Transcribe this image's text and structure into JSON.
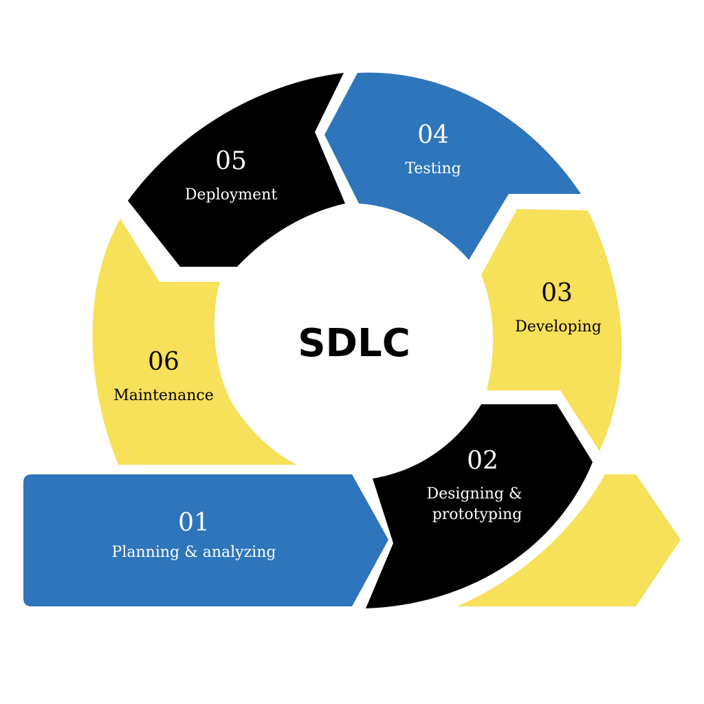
{
  "title": "SDLC",
  "colors": {
    "blue": "#2e75bb",
    "black": "#000000",
    "yellow": "#f7e05a",
    "white": "#ffffff"
  },
  "stages": [
    {
      "number": "01",
      "label": "Planning & analyzing",
      "color": "blue"
    },
    {
      "number": "02",
      "label_line1": "Designing &",
      "label_line2": "prototyping",
      "color": "black"
    },
    {
      "number": "03",
      "label": "Developing",
      "color": "yellow"
    },
    {
      "number": "04",
      "label": "Testing",
      "color": "blue"
    },
    {
      "number": "05",
      "label": "Deployment",
      "color": "black"
    },
    {
      "number": "06",
      "label": "Maintenance",
      "color": "yellow"
    }
  ]
}
